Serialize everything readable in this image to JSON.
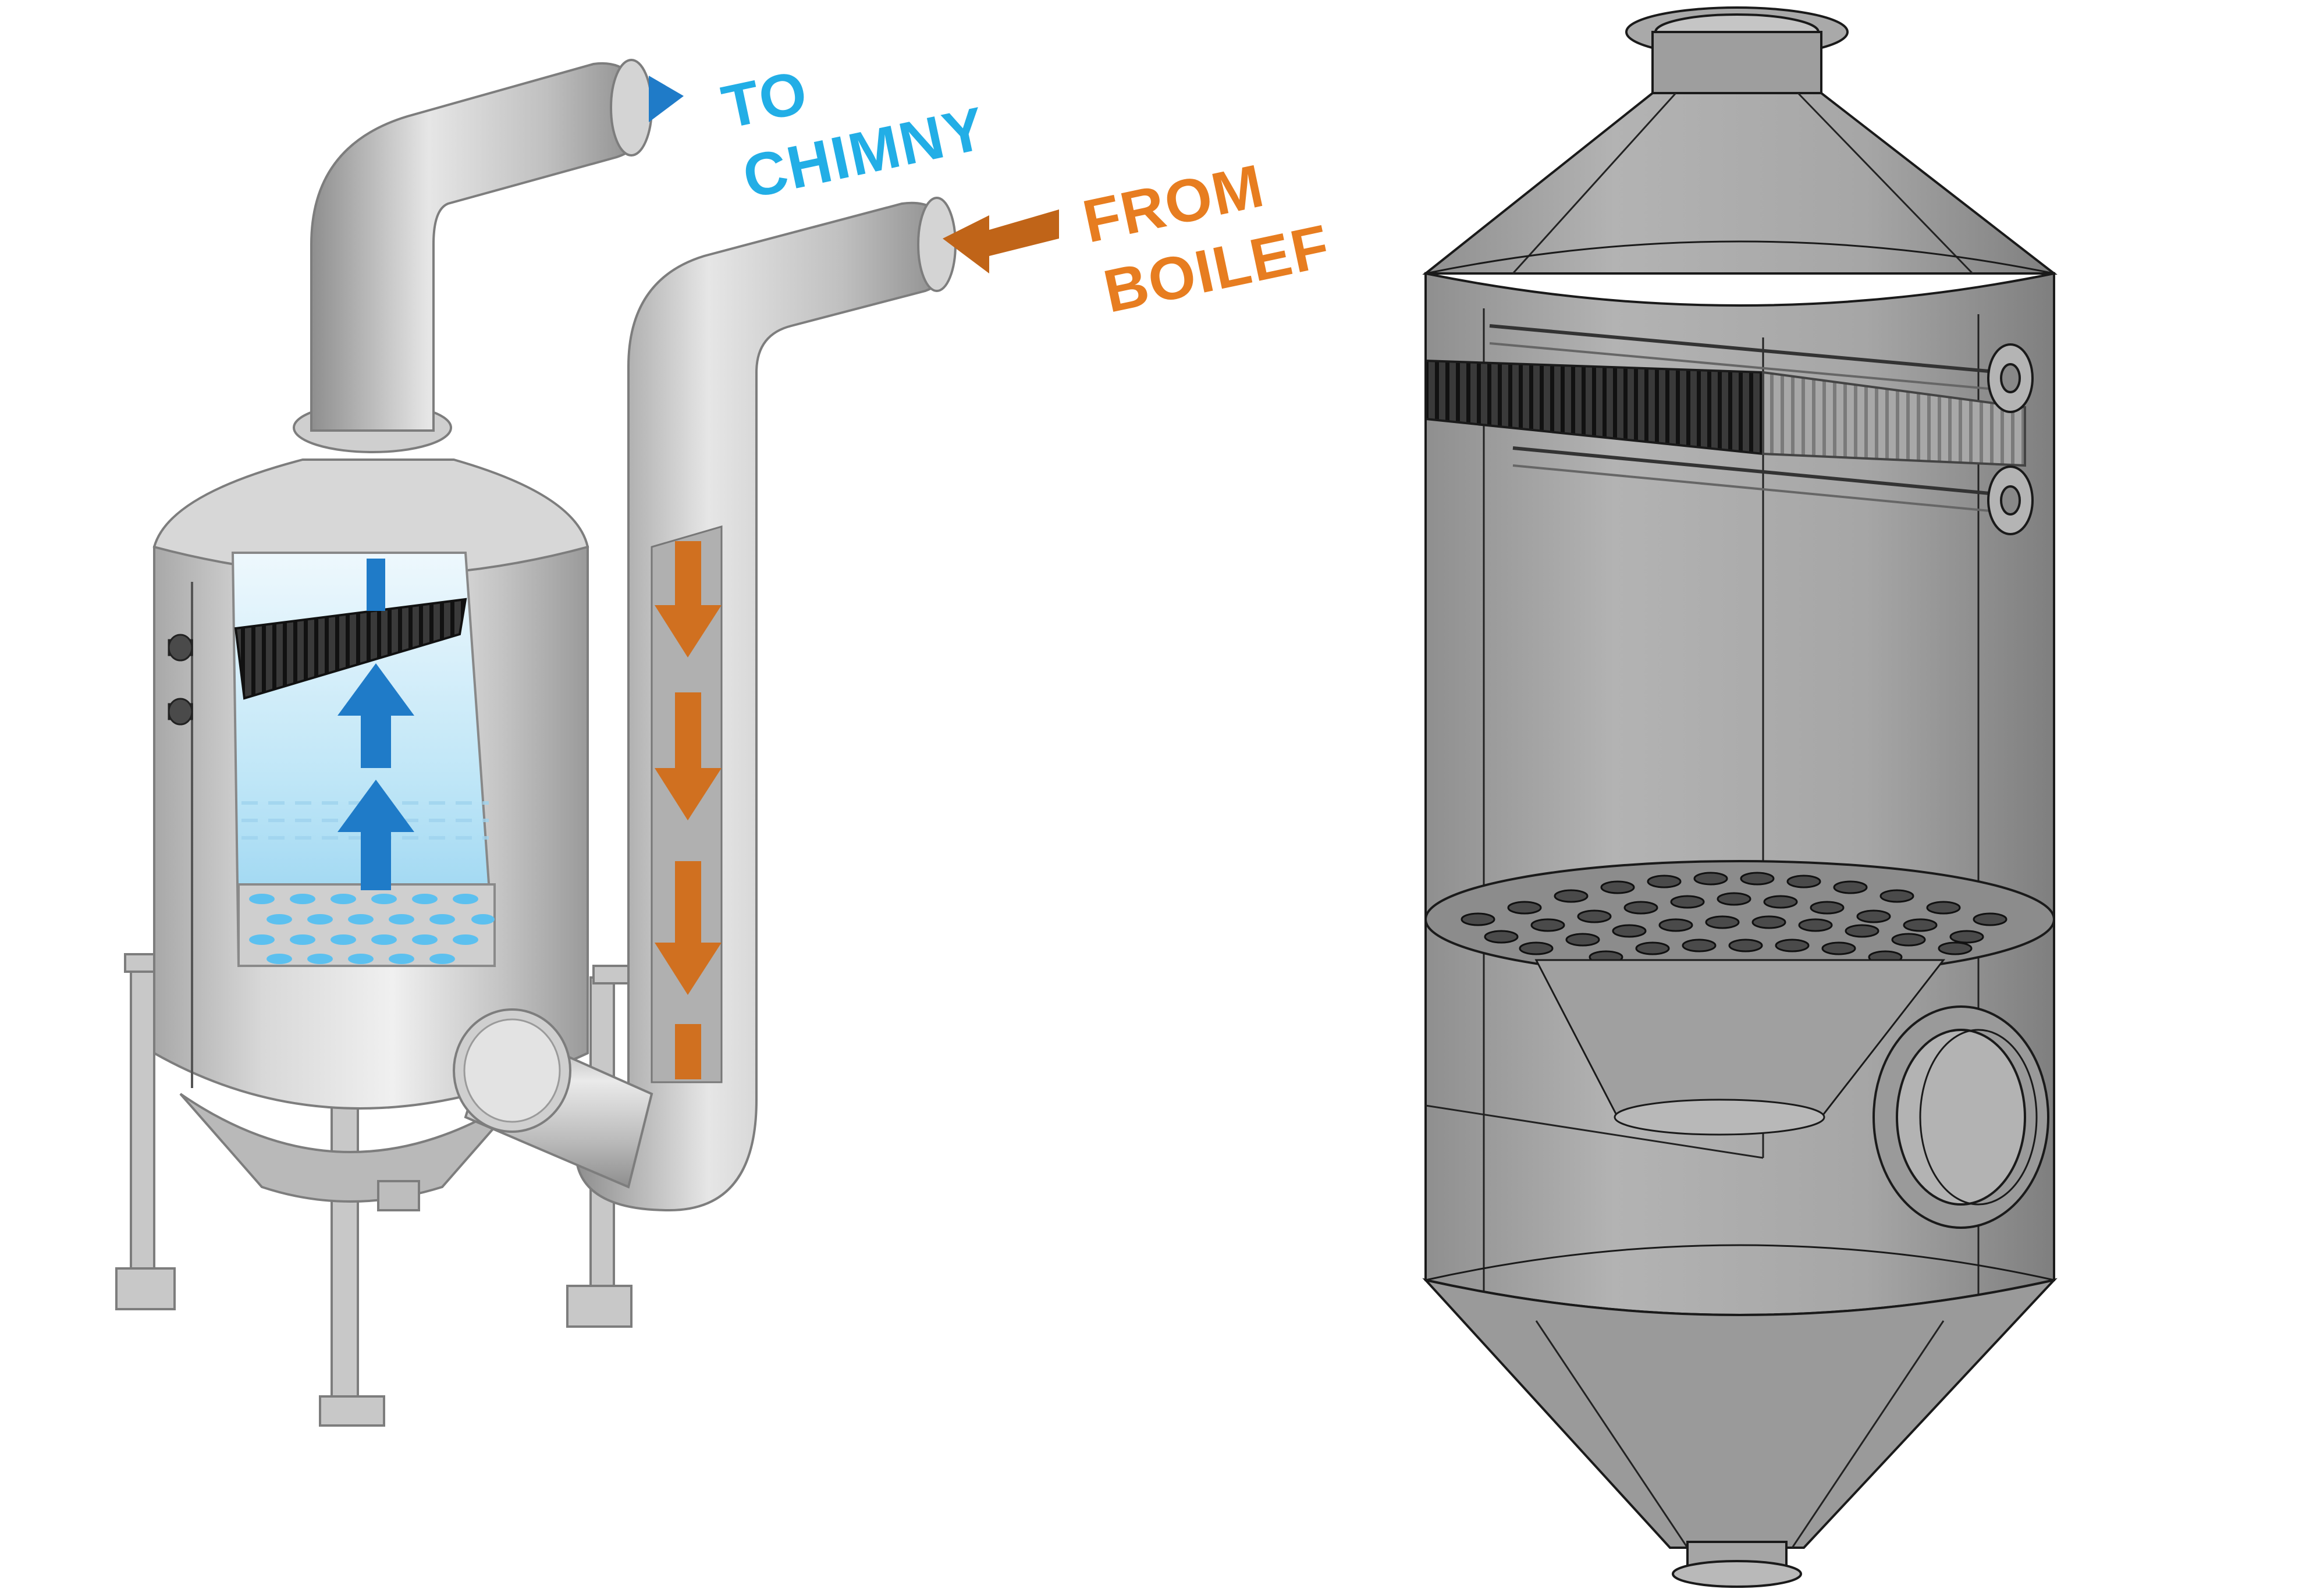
{
  "labels": {
    "to_chimney_line1": "TO",
    "to_chimney_line2": "CHIMNY",
    "from_boiler_line1": "FROM",
    "from_boiler_line2": "BOILEF"
  },
  "colors": {
    "blue_accent": "#1f7bc8",
    "label_blue": "#22aee6",
    "orange_accent": "#d07020",
    "label_orange": "#e77d20",
    "steel": "#b8b8b8",
    "steel_dark": "#8a8a8a",
    "water": "#bfe6f7",
    "transparent_shell": "#9a9a9a"
  },
  "icons": {
    "flow_up": "blue-up-arrow-icon",
    "flow_down": "orange-down-arrow-icon",
    "outlet": "blue-arrow-icon",
    "inlet": "orange-arrow-icon"
  }
}
